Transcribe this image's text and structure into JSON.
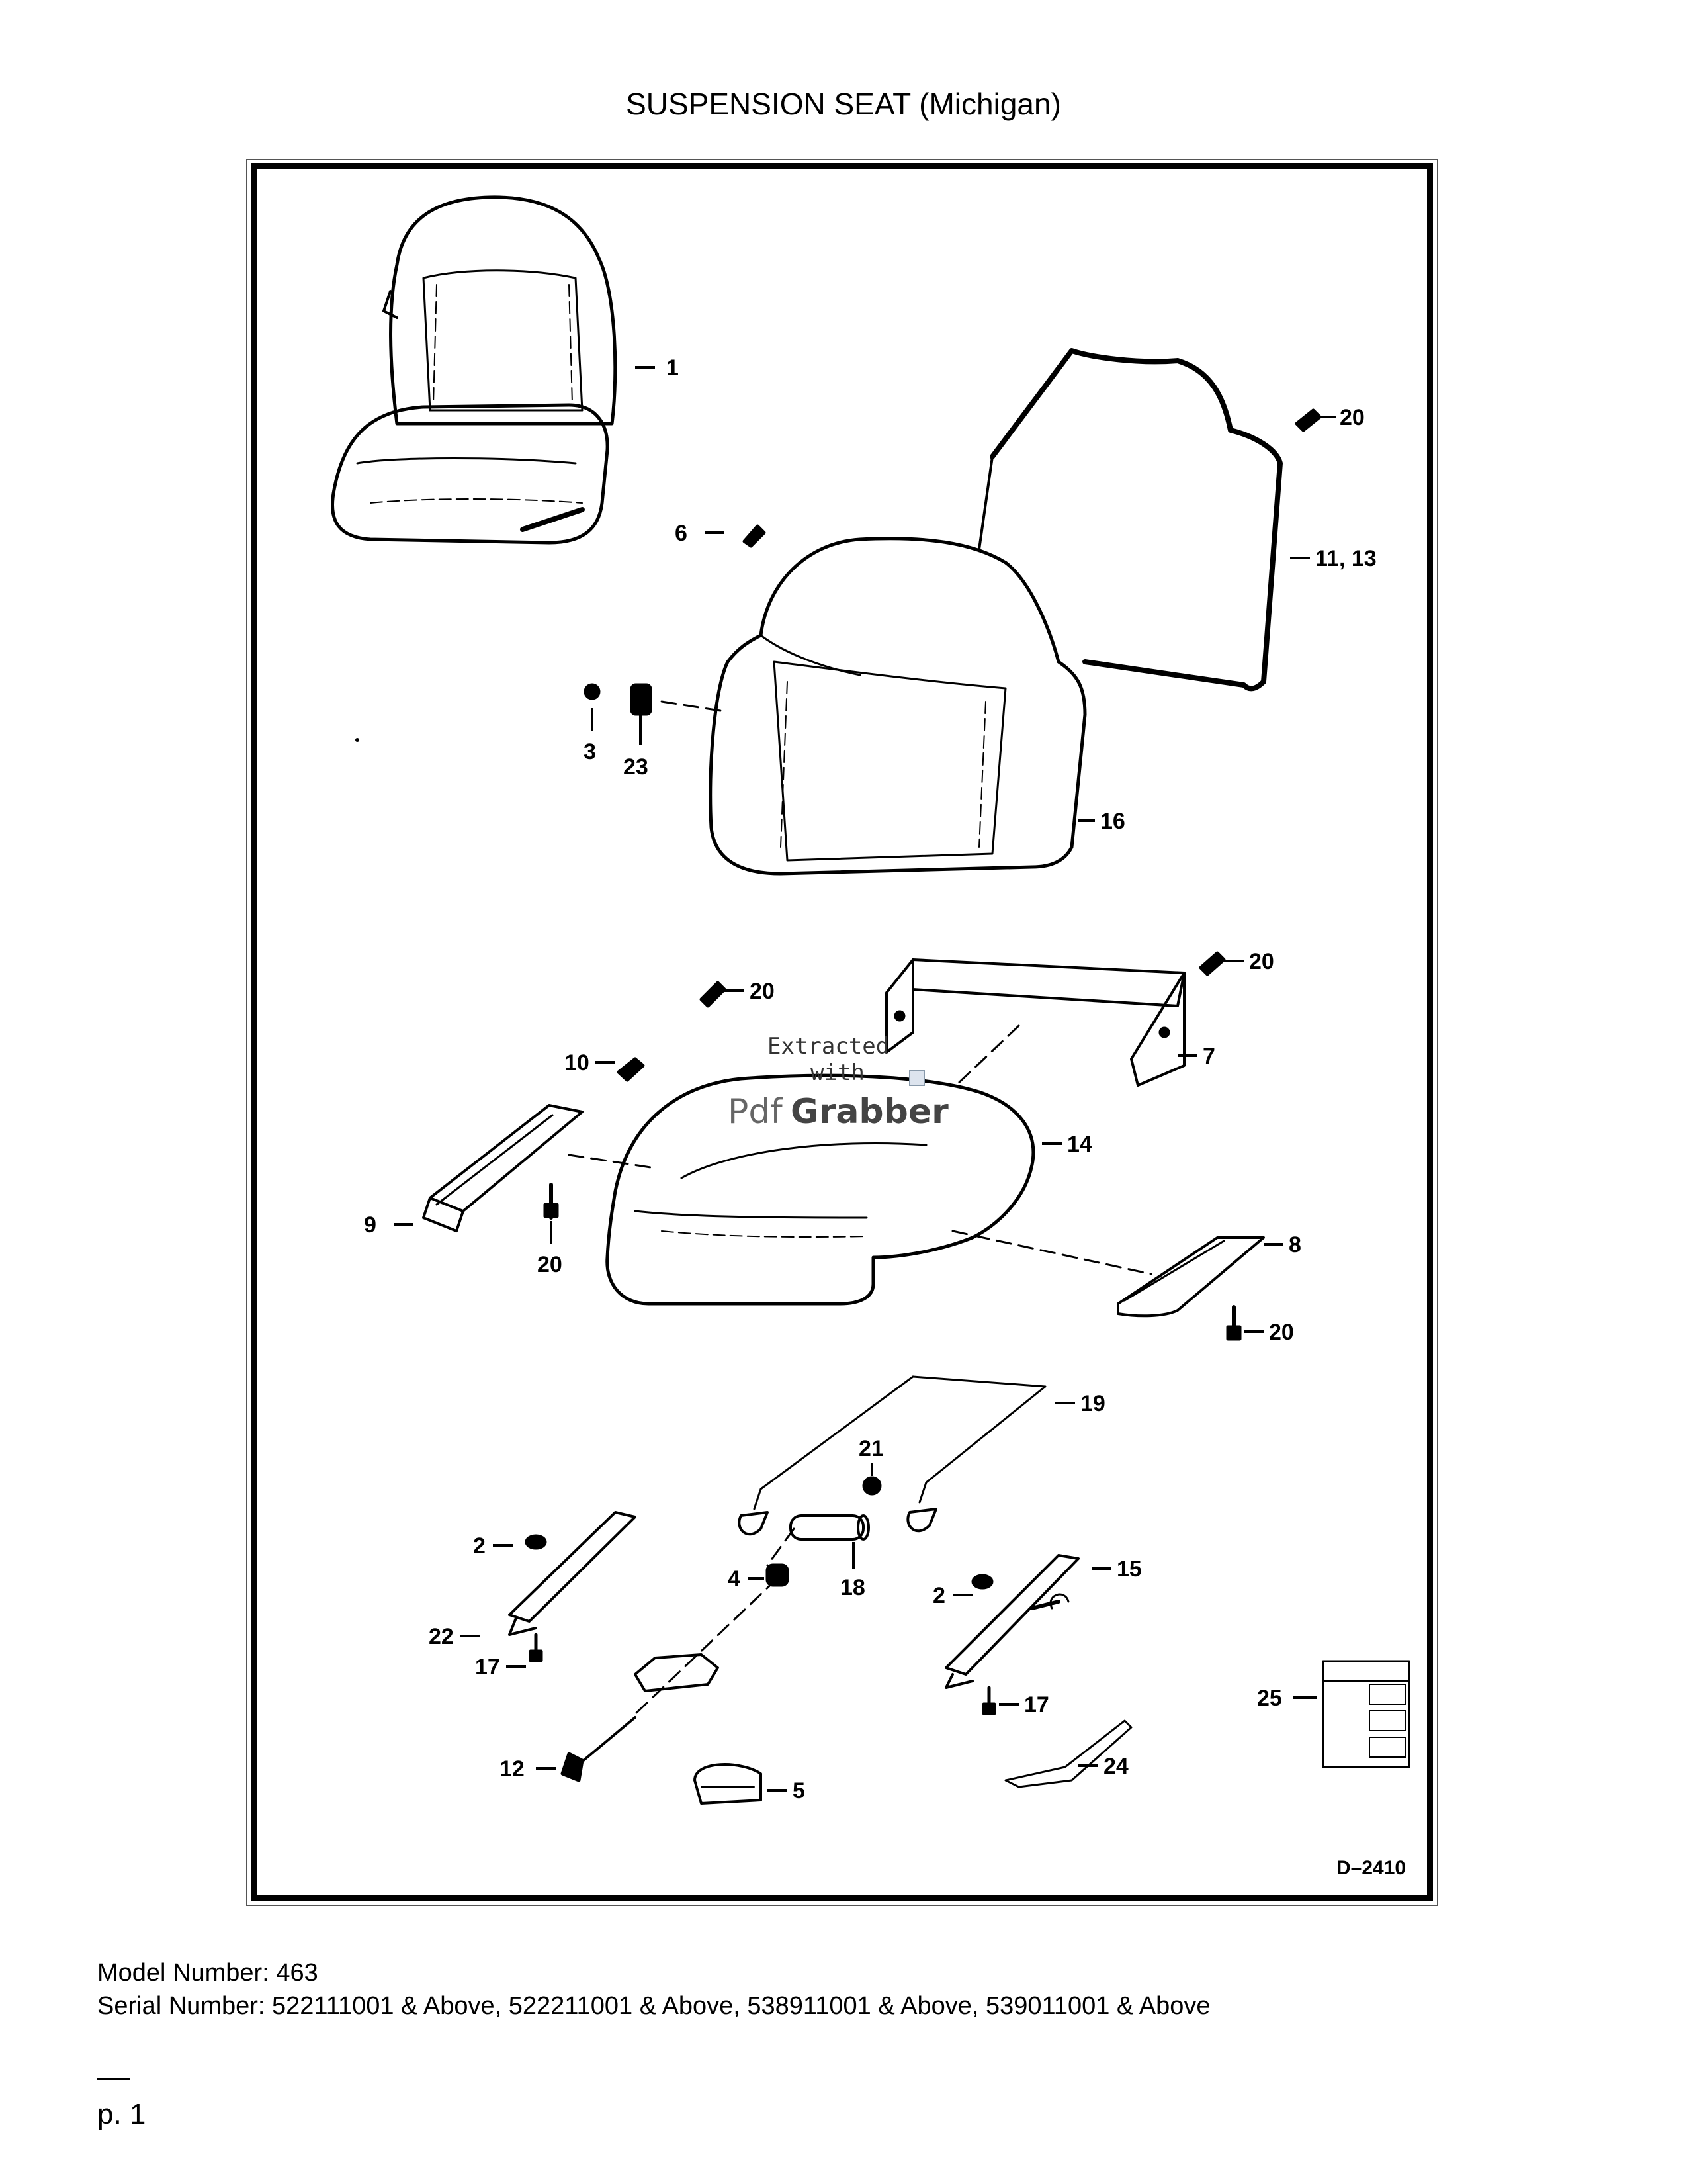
{
  "document": {
    "title": "SUSPENSION SEAT (Michigan)",
    "drawing_code": "D–2410",
    "model_line": "Model Number: 463",
    "serial_line": "Serial Number: 522111001 & Above, 522211001 & Above, 538911001 & Above, 539011001 & Above",
    "page_label": "p. 1"
  },
  "watermark": {
    "line1": "Extracted",
    "line2": "with",
    "brand_pdf": "Pdf",
    "brand_grabber": "Grabber"
  },
  "callouts": {
    "c1": "1",
    "c20a": "20",
    "c6": "6",
    "c11_13": "11, 13",
    "c3": "3",
    "c23": "23",
    "c16": "16",
    "c20b": "20",
    "c20c": "20",
    "c7": "7",
    "c10": "10",
    "c14": "14",
    "c9": "9",
    "c20d": "20",
    "c8": "8",
    "c20e": "20",
    "c19": "19",
    "c21": "21",
    "c2a": "2",
    "c15": "15",
    "c4": "4",
    "c18": "18",
    "c2b": "2",
    "c22": "22",
    "c17a": "17",
    "c17b": "17",
    "c25": "25",
    "c12": "12",
    "c5": "5",
    "c24": "24"
  }
}
